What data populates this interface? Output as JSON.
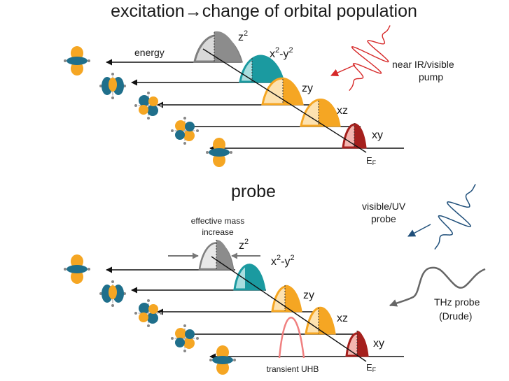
{
  "top": {
    "title_a": "excitation",
    "title_arrow": "→",
    "title_b": "change of orbital population",
    "energy_label": "energy",
    "pump_label_1": "near IR/visible",
    "pump_label_2": "pump",
    "fermi_main": "E",
    "fermi_sub": "F"
  },
  "bottom": {
    "title": "probe",
    "mass_label_1": "effective mass",
    "mass_label_2": "increase",
    "probe_label_1": "visible/UV",
    "probe_label_2": "probe",
    "thz_label_1": "THz probe",
    "thz_label_2": "(Drude)",
    "uhb_label": "transient UHB",
    "fermi_main": "E",
    "fermi_sub": "F"
  },
  "orbitals": [
    {
      "main": "z",
      "sup": "2",
      "color": "#7f7f7f"
    },
    {
      "main": "x",
      "sup": "2",
      "tail": "-y",
      "sup2": "2",
      "color": "#1b9aa0"
    },
    {
      "main": "zy",
      "color": "#f5a623"
    },
    {
      "main": "xz",
      "color": "#f5a623"
    },
    {
      "main": "xy",
      "color": "#a5201d"
    }
  ],
  "colors": {
    "lobe_orange": "#f5a623",
    "lobe_teal": "#1f6f8b",
    "pump_red": "#d62828",
    "probe_blue": "#1f4f7a",
    "thz_gray": "#666666",
    "uhb_pink": "#f08080"
  }
}
